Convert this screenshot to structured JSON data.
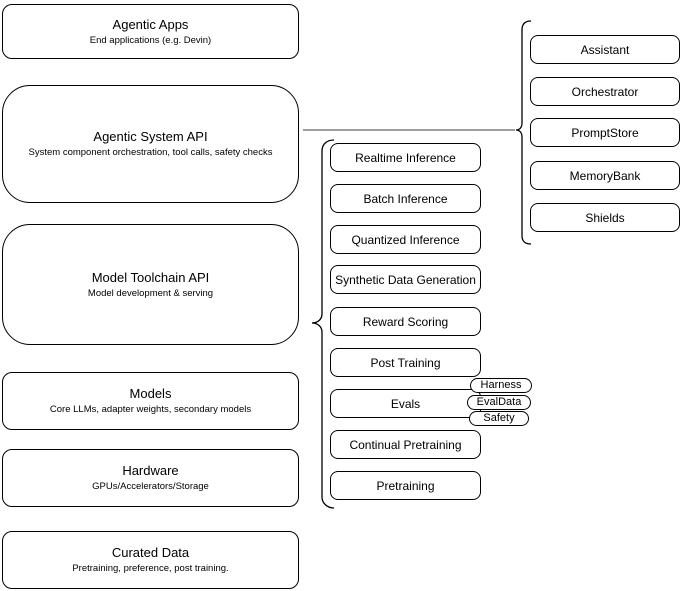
{
  "diagram": {
    "left_stack": [
      {
        "title": "Agentic Apps",
        "subtitle": "End applications (e.g. Devin)"
      },
      {
        "title": "Agentic System API",
        "subtitle": "System component orchestration, tool calls, safety checks"
      },
      {
        "title": "Model Toolchain API",
        "subtitle": "Model development & serving"
      },
      {
        "title": "Models",
        "subtitle": "Core LLMs, adapter weights, secondary models"
      },
      {
        "title": "Hardware",
        "subtitle": "GPUs/Accelerators/Storage"
      },
      {
        "title": "Curated Data",
        "subtitle": "Pretraining, preference, post training."
      }
    ],
    "toolchain_items": [
      "Realtime Inference",
      "Batch Inference",
      "Quantized Inference",
      "Synthetic Data Generation",
      "Reward Scoring",
      "Post Training",
      "Evals",
      "Continual Pretraining",
      "Pretraining"
    ],
    "evals_tags": [
      "Harness",
      "EvalData",
      "Safety"
    ],
    "system_components": [
      "Assistant",
      "Orchestrator",
      "PromptStore",
      "MemoryBank",
      "Shields"
    ],
    "colors": {
      "box_border": "#000000",
      "connector_line": "#808080",
      "background": "#ffffff",
      "text": "#000000"
    }
  }
}
